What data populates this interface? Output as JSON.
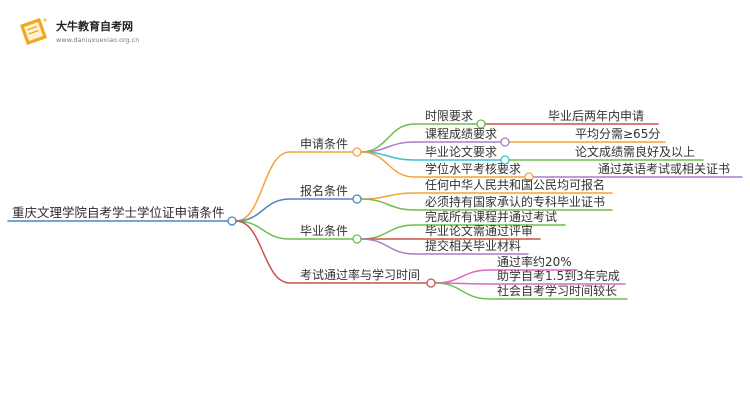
{
  "logo": {
    "name": "大牛教育自考网",
    "url": "www.daniuxuexiao.org.cn",
    "icon": "book-icon"
  },
  "mindmap": {
    "root": "重庆文理学院自考学士学位证申请条件",
    "branches": [
      {
        "label": "申请条件",
        "children": [
          {
            "label": "时限要求",
            "detail": "毕业后两年内申请"
          },
          {
            "label": "课程成绩要求",
            "detail": "平均分需≥65分"
          },
          {
            "label": "毕业论文要求",
            "detail": "论文成绩需良好及以上"
          },
          {
            "label": "学位水平考核要求",
            "detail": "通过英语考试或相关证书"
          }
        ]
      },
      {
        "label": "报名条件",
        "children": [
          {
            "label": "任何中华人民共和国公民均可报名"
          },
          {
            "label": "必须持有国家承认的专科毕业证书"
          }
        ]
      },
      {
        "label": "毕业条件",
        "children": [
          {
            "label": "完成所有课程并通过考试"
          },
          {
            "label": "毕业论文需通过评审"
          },
          {
            "label": "提交相关毕业材料"
          }
        ]
      },
      {
        "label": "考试通过率与学习时间",
        "children": [
          {
            "label": "通过率约20%"
          },
          {
            "label": "助学自考1.5到3年完成"
          },
          {
            "label": "社会自考学习时间较长"
          }
        ]
      }
    ]
  },
  "colors": {
    "logo": "#f4a51c",
    "blue": "#4a86c5",
    "orange": "#f2a33a",
    "green": "#6cbf4a",
    "red": "#c9524a",
    "purple": "#a77dc9",
    "cyan": "#3cc0cf",
    "pink": "#e066c8"
  }
}
